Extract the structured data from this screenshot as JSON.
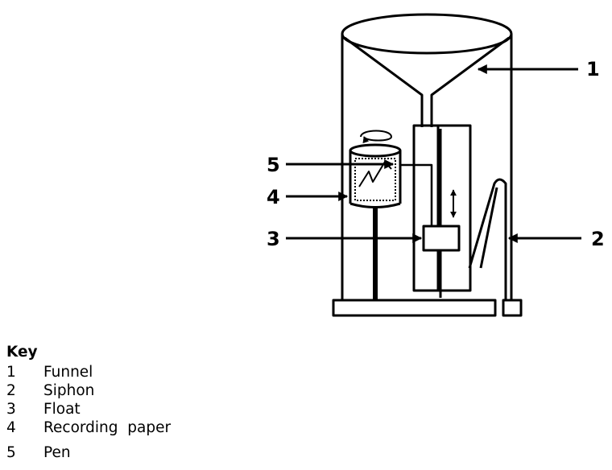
{
  "callouts": {
    "c1": "1",
    "c2": "2",
    "c3": "3",
    "c4": "4",
    "c5": "5"
  },
  "key": {
    "title": "Key",
    "items": [
      {
        "num": "1",
        "label": "Funnel"
      },
      {
        "num": "2",
        "label": "Siphon"
      },
      {
        "num": "3",
        "label": "Float"
      },
      {
        "num": "4",
        "label": "Recording  paper"
      },
      {
        "num": "5",
        "label": "Pen"
      }
    ]
  }
}
